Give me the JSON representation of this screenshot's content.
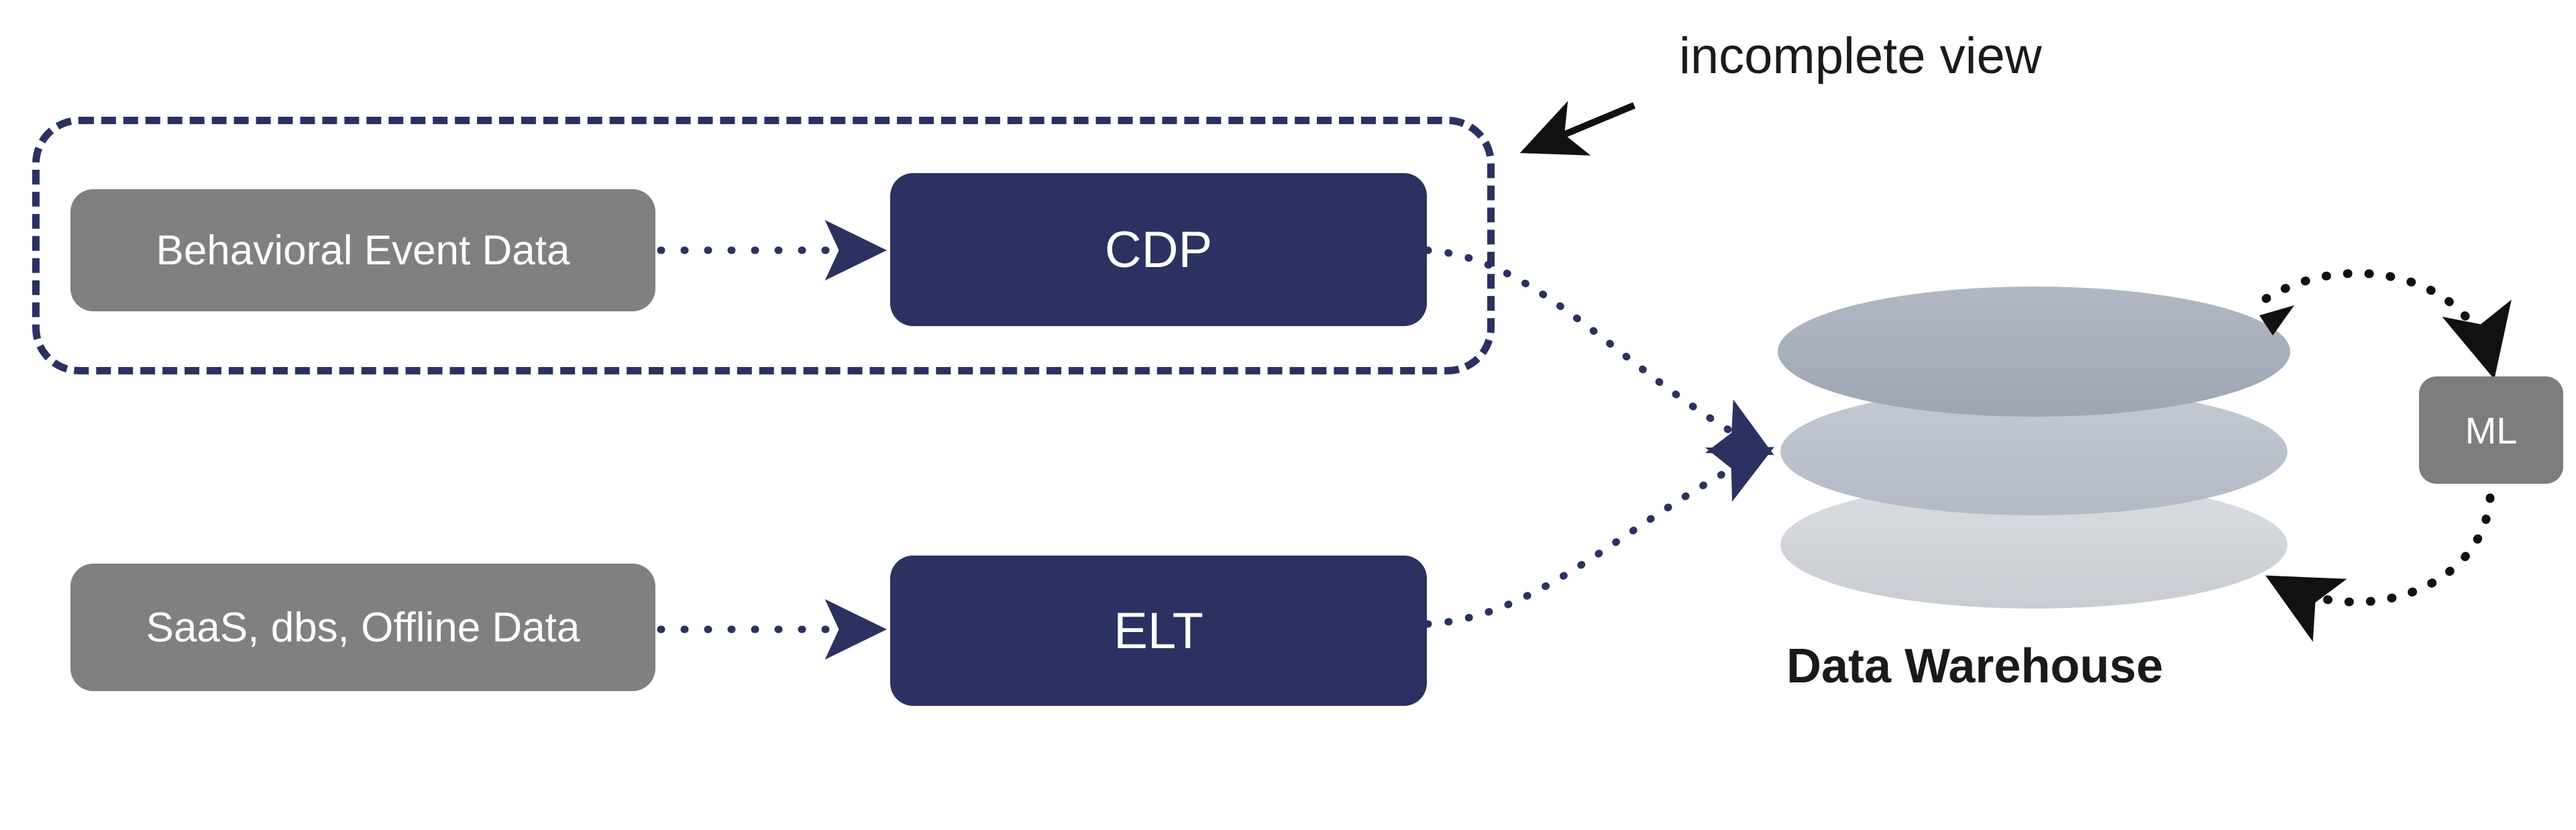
{
  "diagram": {
    "title": "",
    "colors": {
      "navy": "#2b3161",
      "gray_source": "#808080",
      "gray_ml": "#7d7d7d",
      "warehouse_top": "#a8b0bd",
      "warehouse_mid": "#bcc3cd",
      "warehouse_bottom": "#d2d5da",
      "annotation_black": "#1a1a1a",
      "background": "#ffffff"
    },
    "nodes": {
      "behavioral": {
        "label": "Behavioral Event Data"
      },
      "cdp": {
        "label": "CDP"
      },
      "saas": {
        "label": "SaaS, dbs, Offline Data"
      },
      "elt": {
        "label": "ELT"
      },
      "warehouse": {
        "label": "Data Warehouse"
      },
      "ml": {
        "label": "ML"
      }
    },
    "annotations": {
      "incomplete_view": {
        "label": "incomplete view"
      }
    },
    "edges": [
      {
        "from": "behavioral",
        "to": "cdp",
        "style": "dotted-straight",
        "arrow": "navy"
      },
      {
        "from": "saas",
        "to": "elt",
        "style": "dotted-straight",
        "arrow": "navy"
      },
      {
        "from": "cdp",
        "to": "warehouse",
        "style": "dotted-curve",
        "arrow": "navy"
      },
      {
        "from": "elt",
        "to": "warehouse",
        "style": "dotted-curve",
        "arrow": "navy"
      },
      {
        "from": "warehouse",
        "to": "ml",
        "style": "dotted-curve",
        "arrow": "black"
      },
      {
        "from": "ml",
        "to": "warehouse",
        "style": "dotted-curve",
        "arrow": "black"
      },
      {
        "from": "incomplete_view",
        "to": "dashed-region",
        "style": "solid-straight",
        "arrow": "black"
      }
    ],
    "icons": {
      "warehouse_cylinder": "database-cylinder-icon",
      "annotation_arrow": "callout-arrow-icon"
    }
  }
}
